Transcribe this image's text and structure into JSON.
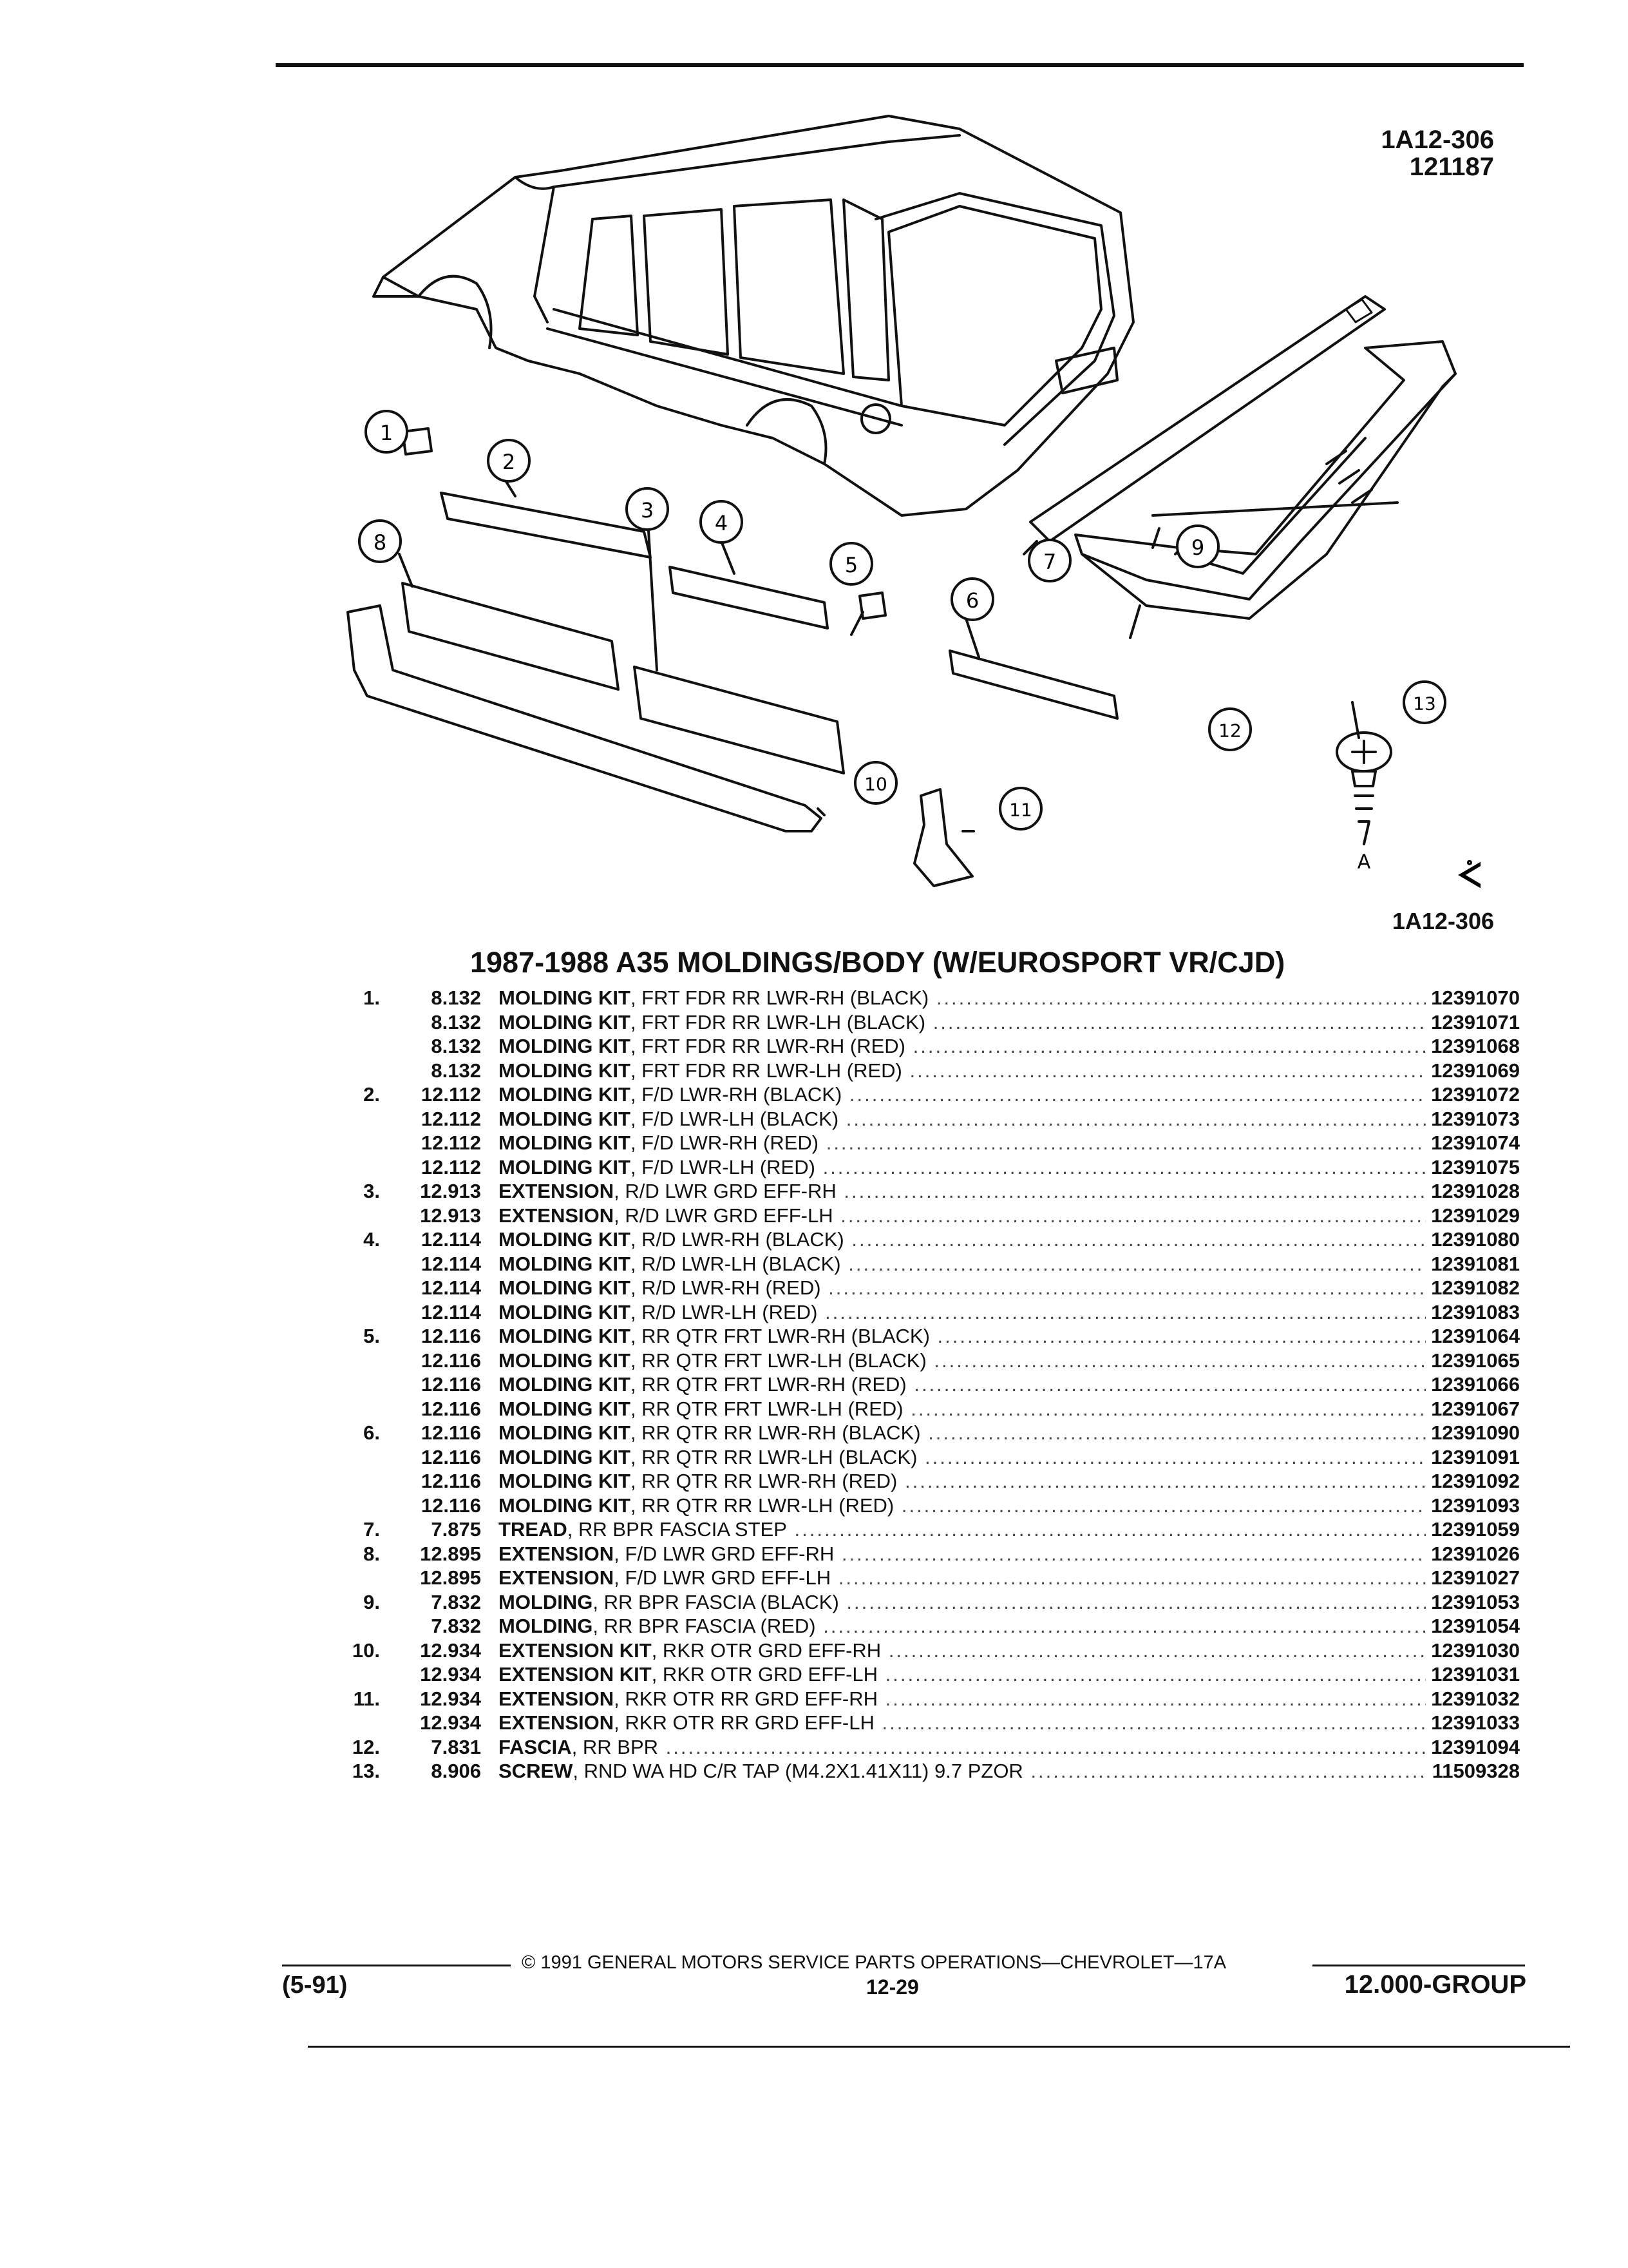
{
  "header": {
    "ref_top": "1A12-306",
    "date_code": "121187",
    "ref_bottom": "1A12-306"
  },
  "diagram": {
    "callouts": [
      "1",
      "2",
      "3",
      "4",
      "5",
      "6",
      "7",
      "8",
      "9",
      "10",
      "11",
      "12",
      "13"
    ],
    "detail_label": "A",
    "logo_glyph": "ᢵ"
  },
  "section_title": "1987-1988 A35 MOLDINGS/BODY (W/EUROSPORT VR/CJD)",
  "parts": [
    {
      "ref": "1.",
      "group": "8.132",
      "name": "MOLDING KIT",
      "desc": ", FRT FDR RR LWR-RH (BLACK)",
      "part": "12391070"
    },
    {
      "ref": "",
      "group": "8.132",
      "name": "MOLDING KIT",
      "desc": ", FRT FDR RR LWR-LH (BLACK)",
      "part": "12391071"
    },
    {
      "ref": "",
      "group": "8.132",
      "name": "MOLDING KIT",
      "desc": ", FRT FDR RR LWR-RH (RED)",
      "part": "12391068"
    },
    {
      "ref": "",
      "group": "8.132",
      "name": "MOLDING KIT",
      "desc": ", FRT FDR RR LWR-LH (RED)",
      "part": "12391069"
    },
    {
      "ref": "2.",
      "group": "12.112",
      "name": "MOLDING KIT",
      "desc": ", F/D LWR-RH (BLACK)",
      "part": "12391072"
    },
    {
      "ref": "",
      "group": "12.112",
      "name": "MOLDING KIT",
      "desc": ", F/D LWR-LH (BLACK)",
      "part": "12391073"
    },
    {
      "ref": "",
      "group": "12.112",
      "name": "MOLDING KIT",
      "desc": ", F/D LWR-RH (RED)",
      "part": "12391074"
    },
    {
      "ref": "",
      "group": "12.112",
      "name": "MOLDING KIT",
      "desc": ", F/D LWR-LH (RED)",
      "part": "12391075"
    },
    {
      "ref": "3.",
      "group": "12.913",
      "name": "EXTENSION",
      "desc": ", R/D LWR GRD EFF-RH",
      "part": "12391028"
    },
    {
      "ref": "",
      "group": "12.913",
      "name": "EXTENSION",
      "desc": ", R/D LWR GRD EFF-LH",
      "part": "12391029"
    },
    {
      "ref": "4.",
      "group": "12.114",
      "name": "MOLDING KIT",
      "desc": ", R/D LWR-RH (BLACK)",
      "part": "12391080"
    },
    {
      "ref": "",
      "group": "12.114",
      "name": "MOLDING KIT",
      "desc": ", R/D LWR-LH (BLACK)",
      "part": "12391081"
    },
    {
      "ref": "",
      "group": "12.114",
      "name": "MOLDING KIT",
      "desc": ", R/D LWR-RH (RED)",
      "part": "12391082"
    },
    {
      "ref": "",
      "group": "12.114",
      "name": "MOLDING KIT",
      "desc": ", R/D LWR-LH (RED)",
      "part": "12391083"
    },
    {
      "ref": "5.",
      "group": "12.116",
      "name": "MOLDING KIT",
      "desc": ", RR QTR FRT LWR-RH (BLACK)",
      "part": "12391064"
    },
    {
      "ref": "",
      "group": "12.116",
      "name": "MOLDING KIT",
      "desc": ", RR QTR FRT LWR-LH (BLACK)",
      "part": "12391065"
    },
    {
      "ref": "",
      "group": "12.116",
      "name": "MOLDING KIT",
      "desc": ", RR QTR FRT LWR-RH (RED)",
      "part": "12391066"
    },
    {
      "ref": "",
      "group": "12.116",
      "name": "MOLDING KIT",
      "desc": ", RR QTR FRT LWR-LH (RED)",
      "part": "12391067"
    },
    {
      "ref": "6.",
      "group": "12.116",
      "name": "MOLDING KIT",
      "desc": ", RR QTR RR LWR-RH (BLACK)",
      "part": "12391090"
    },
    {
      "ref": "",
      "group": "12.116",
      "name": "MOLDING KIT",
      "desc": ", RR QTR RR LWR-LH (BLACK)",
      "part": "12391091"
    },
    {
      "ref": "",
      "group": "12.116",
      "name": "MOLDING KIT",
      "desc": ", RR QTR RR LWR-RH (RED)",
      "part": "12391092"
    },
    {
      "ref": "",
      "group": "12.116",
      "name": "MOLDING KIT",
      "desc": ", RR QTR RR LWR-LH (RED)",
      "part": "12391093"
    },
    {
      "ref": "7.",
      "group": "7.875",
      "name": "TREAD",
      "desc": ", RR BPR FASCIA STEP",
      "part": "12391059"
    },
    {
      "ref": "8.",
      "group": "12.895",
      "name": "EXTENSION",
      "desc": ", F/D LWR GRD EFF-RH",
      "part": "12391026"
    },
    {
      "ref": "",
      "group": "12.895",
      "name": "EXTENSION",
      "desc": ", F/D LWR GRD EFF-LH",
      "part": "12391027"
    },
    {
      "ref": "9.",
      "group": "7.832",
      "name": "MOLDING",
      "desc": ", RR BPR FASCIA (BLACK)",
      "part": "12391053"
    },
    {
      "ref": "",
      "group": "7.832",
      "name": "MOLDING",
      "desc": ", RR BPR FASCIA (RED)",
      "part": "12391054"
    },
    {
      "ref": "10.",
      "group": "12.934",
      "name": "EXTENSION KIT",
      "desc": ", RKR OTR GRD EFF-RH",
      "part": "12391030"
    },
    {
      "ref": "",
      "group": "12.934",
      "name": "EXTENSION KIT",
      "desc": ", RKR OTR GRD EFF-LH",
      "part": "12391031"
    },
    {
      "ref": "11.",
      "group": "12.934",
      "name": "EXTENSION",
      "desc": ", RKR OTR RR GRD EFF-RH",
      "part": "12391032"
    },
    {
      "ref": "",
      "group": "12.934",
      "name": "EXTENSION",
      "desc": ", RKR OTR RR GRD EFF-LH",
      "part": "12391033"
    },
    {
      "ref": "12.",
      "group": "7.831",
      "name": "FASCIA",
      "desc": ", RR BPR",
      "part": "12391094"
    },
    {
      "ref": "13.",
      "group": "8.906",
      "name": "SCREW",
      "desc": ", RND WA HD C/R TAP (M4.2X1.41X11) 9.7 PZOR",
      "part": "11509328"
    }
  ],
  "footer": {
    "copyright": "© 1991 GENERAL MOTORS SERVICE PARTS OPERATIONS—CHEVROLET—17A",
    "revision": "(5-91)",
    "page": "12-29",
    "group": "12.000-GROUP"
  }
}
